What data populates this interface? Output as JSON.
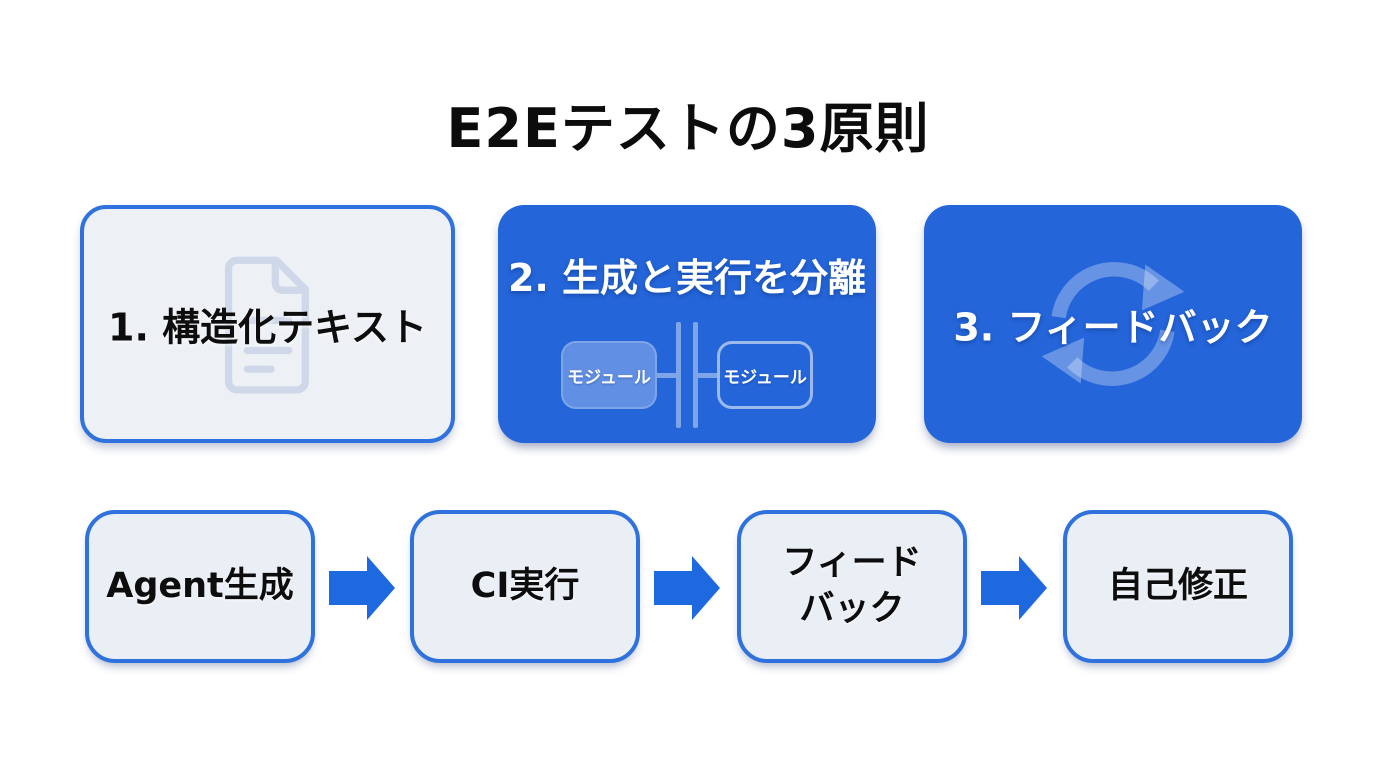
{
  "title": "E2Eテストの3原則",
  "principle_cards": [
    {
      "label": "1. 構造化テキスト",
      "icon": "document-icon"
    },
    {
      "label": "2. 生成と実行を分離",
      "icon": "module-separation-graphic",
      "module_left": "モジュール",
      "module_right": "モジュール"
    },
    {
      "label": "3. フィードバック",
      "icon": "cycle-arrows-icon"
    }
  ],
  "flow_steps": [
    {
      "label": "Agent生成"
    },
    {
      "label": "CI実行"
    },
    {
      "label": "フィード\nバック"
    },
    {
      "label": "自己修正"
    }
  ],
  "colors": {
    "page_bg": "#ffffff",
    "accent_blue": "#2465d9",
    "arrow_blue": "#1e68e0",
    "border_blue": "#2f72dd",
    "light_card_bg": "#edf1f6",
    "step_bg": "#eaeef5",
    "text_dark": "#0d0d0d",
    "text_light": "#ffffff"
  }
}
